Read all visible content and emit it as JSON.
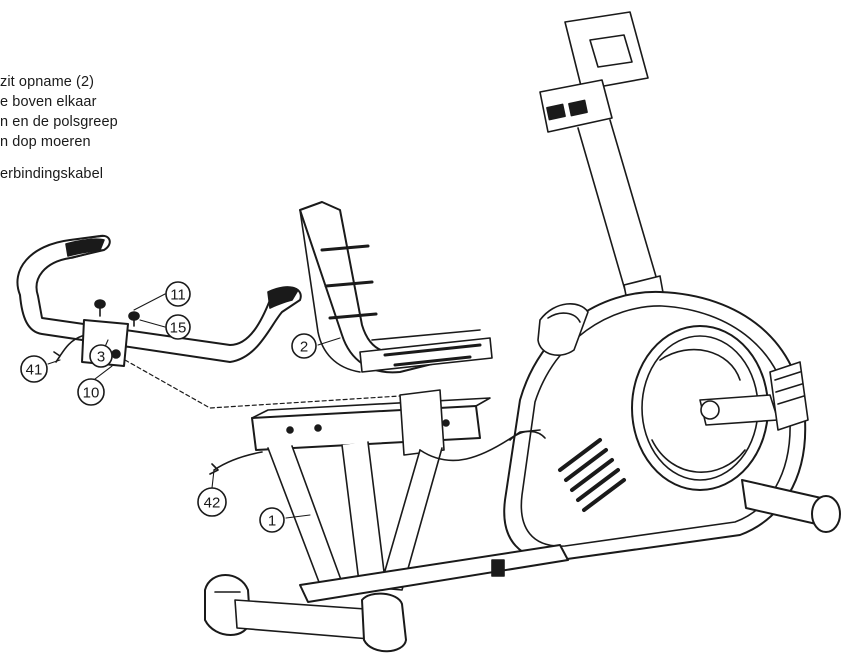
{
  "instructions": [
    "zit opname (2)",
    "e boven elkaar",
    "n en de polsgreep",
    "n dop moeren",
    "",
    "erbindingskabel"
  ],
  "callouts": {
    "part_11": "11",
    "part_15": "15",
    "part_2": "2",
    "part_3": "3",
    "part_41": "41",
    "part_10": "10",
    "part_42": "42",
    "part_1": "1"
  },
  "colors": {
    "ink": "#1a1a1a",
    "paper": "#ffffff"
  }
}
